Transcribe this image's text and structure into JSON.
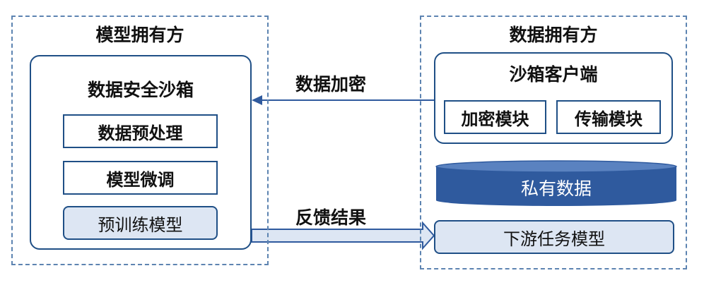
{
  "model_owner": {
    "title": "模型拥有方",
    "sandbox_title": "数据安全沙箱",
    "steps": [
      "数据预处理",
      "模型微调",
      "预训练模型"
    ]
  },
  "data_owner": {
    "title": "数据拥有方",
    "client_title": "沙箱客户端",
    "modules": [
      "加密模块",
      "传输模块"
    ],
    "db_label": "私有数据",
    "downstream_label": "下游任务模型"
  },
  "flows": {
    "encrypt_label": "数据加密",
    "feedback_label": "反馈结果"
  },
  "colors": {
    "primary": "#1f4f86",
    "dashed_border": "#5d84b1",
    "light_fill": "#dde6f3",
    "db_fill": "#2f5a9e"
  }
}
